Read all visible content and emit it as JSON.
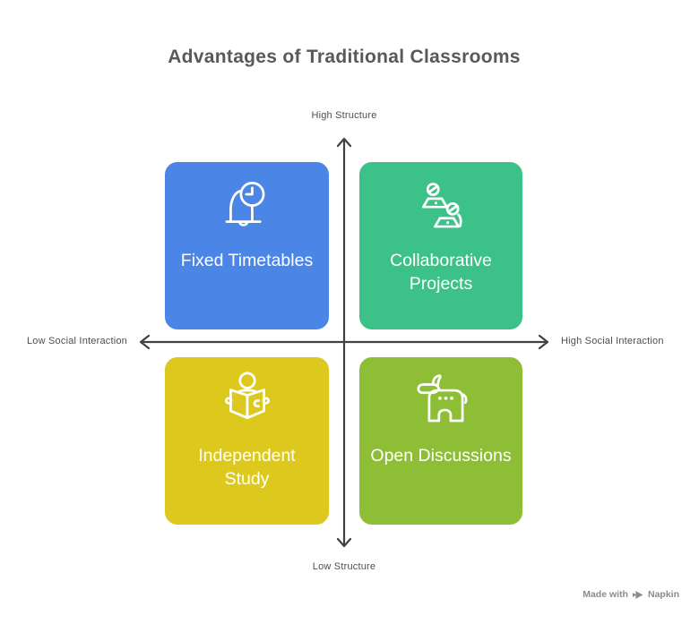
{
  "title": "Advantages of Traditional Classrooms",
  "title_color": "#595959",
  "axes": {
    "vertical_top_label": "High Structure",
    "vertical_bottom_label": "Low Structure",
    "horizontal_left_label": "Low Social Interaction",
    "horizontal_right_label": "High Social Interaction",
    "line_color": "#414244"
  },
  "quadrants": [
    {
      "position": "top-left",
      "label": "Fixed Timetables",
      "color": "#4b86e7",
      "icon": "bell-clock-icon"
    },
    {
      "position": "top-right",
      "label": "Collaborative Projects",
      "color": "#3cc289",
      "icon": "people-laptops-icon"
    },
    {
      "position": "bottom-left",
      "label": "Independent Study",
      "color": "#ddc91d",
      "icon": "person-reading-book-icon"
    },
    {
      "position": "bottom-right",
      "label": "Open Discussions",
      "color": "#8dbe35",
      "icon": "donkey-icon"
    }
  ],
  "footer": {
    "text": "Made with",
    "brand": "Napkin",
    "logo": "napkin-logo-icon",
    "color": "#8b8b8b"
  }
}
